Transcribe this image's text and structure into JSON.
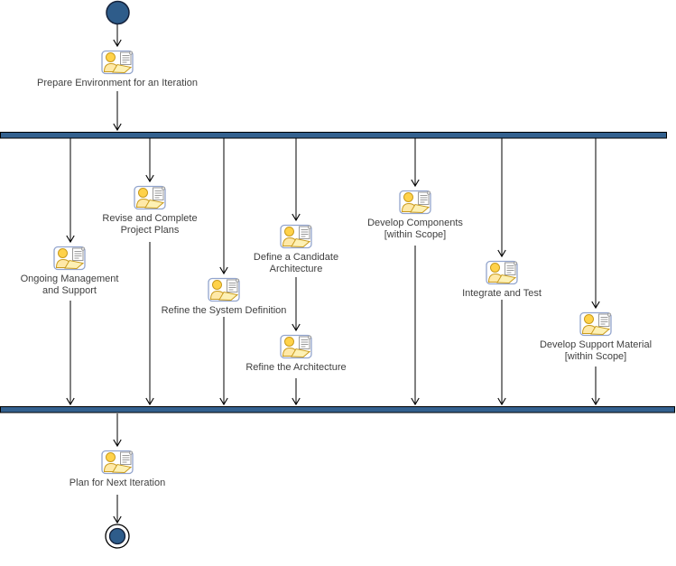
{
  "diagram": {
    "type": "uml-activity-diagram",
    "background": "#ffffff"
  },
  "colors": {
    "node_fill": "#2e5c8a",
    "bar_fill": "#33618f",
    "edge": "#000000",
    "label_text": "#3f3f3f",
    "icon_border": "#93a5cd",
    "icon_yellow_head": "#ffd24a",
    "icon_yellow_body": "#ffe9a8",
    "icon_sheet": "#fdf1b5"
  },
  "start_node": {
    "name": "initial-node"
  },
  "end_node": {
    "name": "activity-final-node"
  },
  "fork_bar": {
    "name": "fork-synchronization-bar"
  },
  "join_bar": {
    "name": "join-synchronization-bar"
  },
  "nodes": [
    {
      "id": "prepare-environment",
      "label": "Prepare Environment for an Iteration",
      "icon": "activity-worker-icon"
    },
    {
      "id": "ongoing-management",
      "label": "Ongoing Management and Support",
      "icon": "activity-worker-icon"
    },
    {
      "id": "revise-plans",
      "label": "Revise and Complete Project Plans",
      "icon": "activity-worker-icon"
    },
    {
      "id": "refine-system-definition",
      "label": "Refine the System Definition",
      "icon": "activity-worker-icon"
    },
    {
      "id": "define-candidate-architecture",
      "label": "Define a Candidate Architecture",
      "icon": "activity-worker-icon"
    },
    {
      "id": "refine-architecture",
      "label": "Refine the Architecture",
      "icon": "activity-worker-icon"
    },
    {
      "id": "develop-components",
      "label": "Develop Components [within Scope]",
      "icon": "activity-worker-icon"
    },
    {
      "id": "integrate-and-test",
      "label": "Integrate and Test",
      "icon": "activity-worker-icon"
    },
    {
      "id": "develop-support-material",
      "label": "Develop Support Material [within Scope]",
      "icon": "activity-worker-icon"
    },
    {
      "id": "plan-next-iteration",
      "label": "Plan for Next Iteration",
      "icon": "activity-worker-icon"
    }
  ],
  "edges": [
    {
      "from": "initial-node",
      "to": "prepare-environment"
    },
    {
      "from": "prepare-environment",
      "to": "fork-bar"
    },
    {
      "from": "fork-bar",
      "to": "ongoing-management"
    },
    {
      "from": "fork-bar",
      "to": "revise-plans"
    },
    {
      "from": "fork-bar",
      "to": "refine-system-definition"
    },
    {
      "from": "fork-bar",
      "to": "define-candidate-architecture"
    },
    {
      "from": "fork-bar",
      "to": "develop-components"
    },
    {
      "from": "fork-bar",
      "to": "integrate-and-test"
    },
    {
      "from": "fork-bar",
      "to": "develop-support-material"
    },
    {
      "from": "define-candidate-architecture",
      "to": "refine-architecture"
    },
    {
      "from": "ongoing-management",
      "to": "join-bar"
    },
    {
      "from": "revise-plans",
      "to": "join-bar"
    },
    {
      "from": "refine-system-definition",
      "to": "join-bar"
    },
    {
      "from": "refine-architecture",
      "to": "join-bar"
    },
    {
      "from": "develop-components",
      "to": "join-bar"
    },
    {
      "from": "integrate-and-test",
      "to": "join-bar"
    },
    {
      "from": "develop-support-material",
      "to": "join-bar"
    },
    {
      "from": "join-bar",
      "to": "plan-next-iteration"
    },
    {
      "from": "plan-next-iteration",
      "to": "activity-final-node"
    }
  ]
}
